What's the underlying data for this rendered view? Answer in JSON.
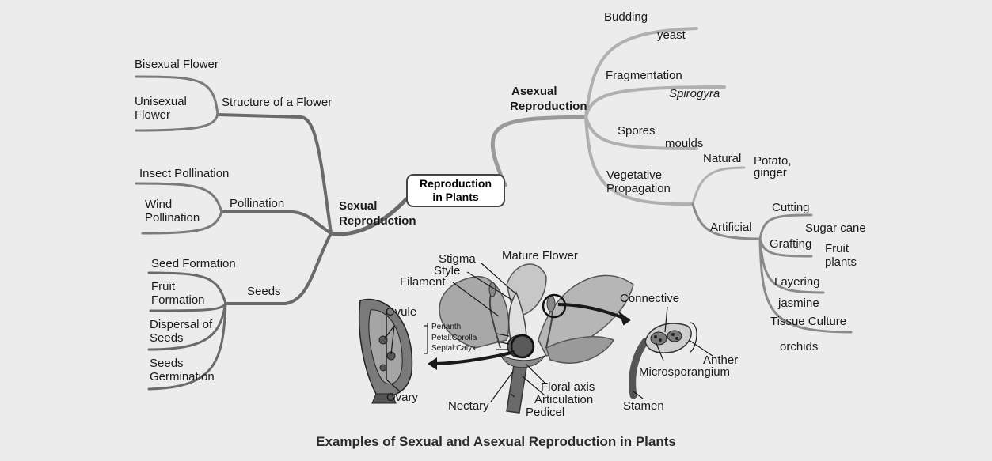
{
  "center": {
    "line1": "Reproduction",
    "line2": "in Plants"
  },
  "caption": "Examples of Sexual and Asexual Reproduction in Plants",
  "sexual": {
    "title_line1": "Sexual",
    "title_line2": "Reproduction",
    "structure": {
      "label": "Structure of a Flower",
      "leaves": [
        "Bisexual Flower",
        "Unisexual Flower"
      ]
    },
    "pollination": {
      "label": "Pollination",
      "leaves": [
        "Insect Pollination",
        "Wind Pollination"
      ]
    },
    "seeds": {
      "label": "Seeds",
      "leaves": [
        "Seed Formation",
        "Fruit Formation",
        "Dispersal of Seeds",
        "Seeds Germination"
      ]
    }
  },
  "asexual": {
    "title_line1": "Asexual",
    "title_line2": "Reproduction",
    "budding": {
      "label": "Budding",
      "example": "yeast"
    },
    "fragmentation": {
      "label": "Fragmentation",
      "example": "Spirogyra"
    },
    "spores": {
      "label": "Spores",
      "example": "moulds"
    },
    "vegetative": {
      "label": "Vegetative Propagation",
      "natural": {
        "label": "Natural",
        "example": "Potato, ginger"
      },
      "artificial": {
        "label": "Artificial",
        "items": [
          {
            "label": "Cutting",
            "example": "Sugar cane"
          },
          {
            "label": "Grafting",
            "example": "Fruit plants"
          },
          {
            "label": "Layering",
            "example": "jasmine"
          },
          {
            "label": "Tissue Culture",
            "example": "orchids"
          }
        ]
      }
    }
  },
  "flower": {
    "title": "Mature Flower",
    "labels": {
      "stigma": "Stigma",
      "style": "Style",
      "filament": "Filament",
      "ovule": "Ovule",
      "perianth": "Perianth",
      "petal": "Petal:Corolla",
      "septal": "Septal:Calyx",
      "ovary": "Ovary",
      "nectary": "Nectary",
      "floral_axis": "Floral axis",
      "articulation": "Articulation",
      "pedicel": "Pedicel",
      "connective": "Connective",
      "anther": "Anther",
      "microsporangium": "Microsporangium",
      "stamen": "Stamen"
    }
  }
}
